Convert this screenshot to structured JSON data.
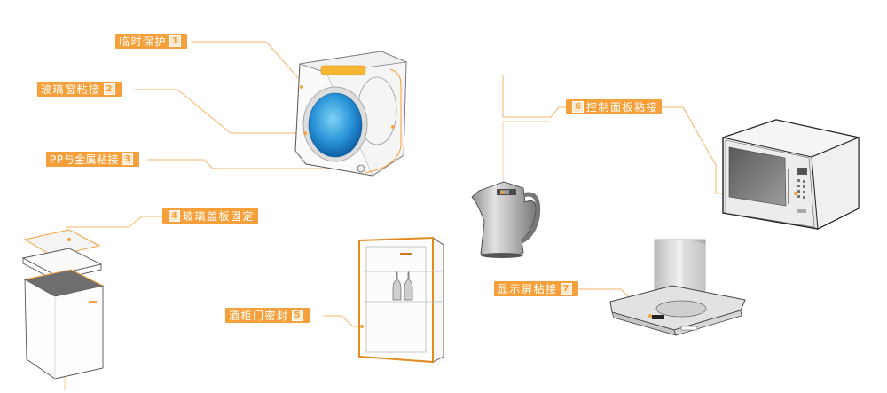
{
  "diagram": {
    "accent_color": "#f5a03a",
    "line_color": "#f5b46a",
    "callouts": [
      {
        "number": "1",
        "text": "临时保护",
        "target": "washing-machine"
      },
      {
        "number": "2",
        "text": "玻璃窗粘接",
        "target": "washing-machine"
      },
      {
        "number": "3",
        "text": "PP与金属粘接",
        "target": "washing-machine"
      },
      {
        "number": "4",
        "text": "玻璃盖板固定",
        "target": "trash-bin"
      },
      {
        "number": "5",
        "text": "酒柜门密封",
        "target": "wine-cabinet"
      },
      {
        "number": "6",
        "text": "控制面板粘接",
        "target": "microwave-and-kettle"
      },
      {
        "number": "7",
        "text": "显示屏粘接",
        "target": "range-hood"
      }
    ],
    "appliances": [
      {
        "name": "washing-machine",
        "icon": "washing-machine-icon"
      },
      {
        "name": "trash-bin",
        "icon": "trash-bin-icon"
      },
      {
        "name": "wine-cabinet",
        "icon": "wine-cabinet-icon"
      },
      {
        "name": "kettle",
        "icon": "kettle-icon"
      },
      {
        "name": "microwave",
        "icon": "microwave-icon"
      },
      {
        "name": "range-hood",
        "icon": "range-hood-icon"
      }
    ]
  }
}
